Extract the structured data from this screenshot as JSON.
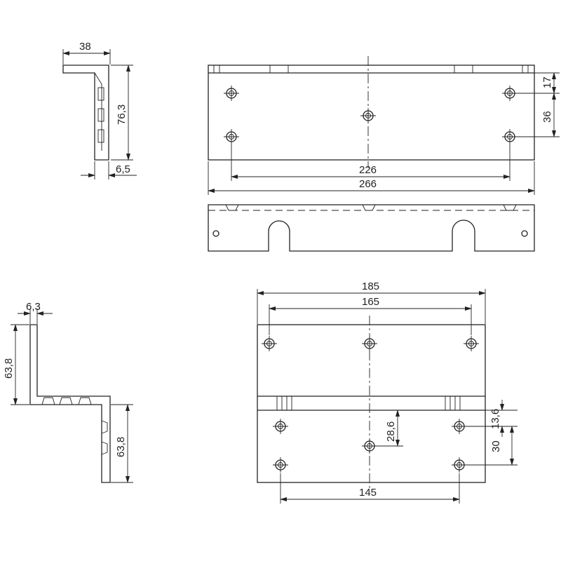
{
  "drawing": {
    "top_left_bracket": {
      "width": "38",
      "height": "76,3",
      "thickness": "6,5"
    },
    "top_plate": {
      "hole_offset": "17",
      "hole_spacing_v": "36",
      "hole_spacing_h": "226",
      "overall_length": "266"
    },
    "bottom_left_bracket": {
      "thickness": "6,3",
      "upper_height": "63,8",
      "lower_height": "63,8"
    },
    "bottom_plate": {
      "overall_width": "185",
      "top_hole_spacing": "165",
      "bottom_hole_spacing": "145",
      "hole_offset": "13,6",
      "hole_spacing_v": "30",
      "center_hole_offset": "28,6"
    }
  }
}
